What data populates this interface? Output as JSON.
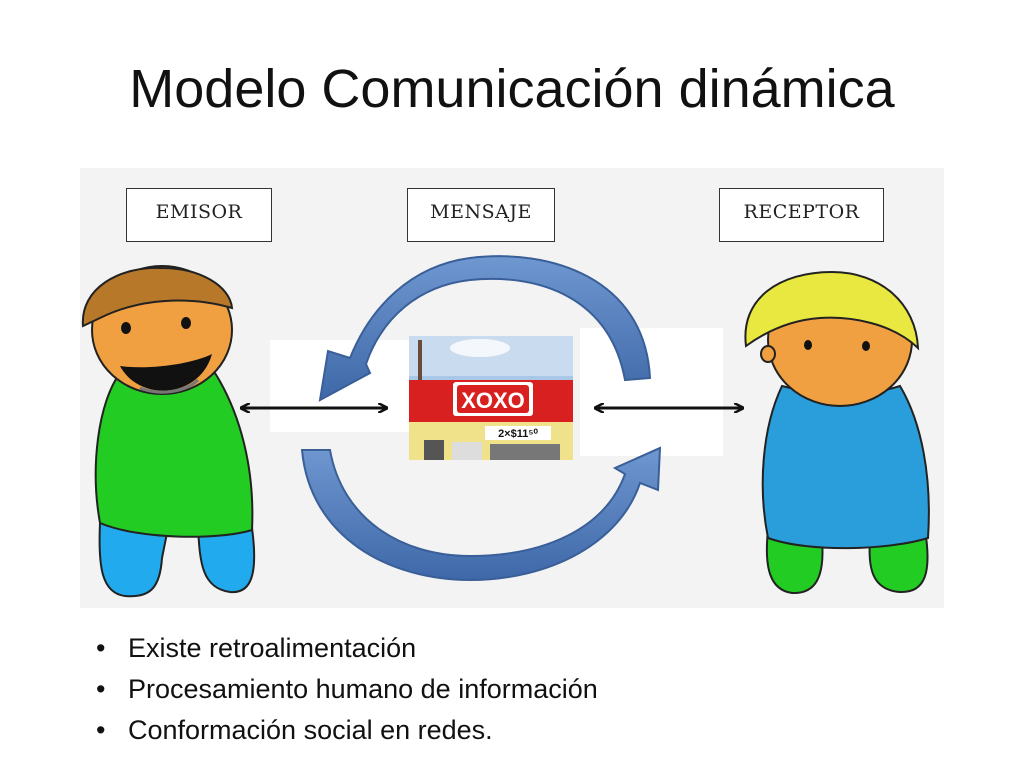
{
  "slide": {
    "title": "Modelo Comunicación dinámica"
  },
  "diagram": {
    "labels": {
      "emitter": "EMISOR",
      "message": "MENSAJE",
      "receiver": "RECEPTOR"
    },
    "store_sign": "XOXO",
    "store_promo": "2×$11⁵⁰",
    "colors": {
      "background": "#f3f3f3",
      "arrow_blue": "#4a76b8",
      "emitter_shirt": "#22cc22",
      "emitter_pants": "#22aaee",
      "emitter_hair": "#b8782a",
      "receiver_shirt": "#2a9edb",
      "receiver_pants": "#22cc22",
      "receiver_hair": "#e8e840",
      "skin": "#f0a040",
      "store_red": "#d82020"
    }
  },
  "bullets": [
    "Existe retroalimentación",
    "Procesamiento humano de información",
    "Conformación social en redes."
  ]
}
